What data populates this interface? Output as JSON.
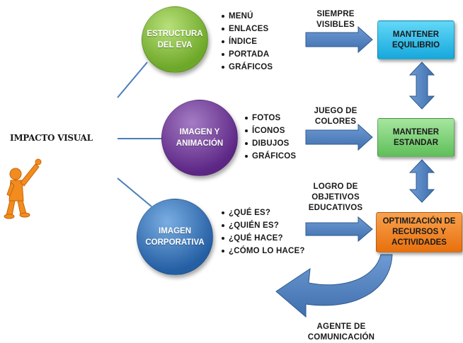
{
  "title": "IMPACTO VISUAL",
  "nodes": {
    "estructura": {
      "label_line1": "ESTRUCTURA",
      "label_line2": "DEL EVA",
      "color": "#8dc63f"
    },
    "imagen_animacion": {
      "label_line1": "IMAGEN Y",
      "label_line2": "ANIMACIÓN",
      "color": "#7b3fa0"
    },
    "imagen_corporativa": {
      "label_line1": "IMAGEN",
      "label_line2": "CORPORATIVA",
      "color": "#3a7cc4"
    }
  },
  "lists": {
    "estructura": [
      "MENÚ",
      "ENLACES",
      "ÍNDICE",
      "PORTADA",
      "GRÁFICOS"
    ],
    "imagen_animacion": [
      "FOTOS",
      "ÍCONOS",
      "DIBUJOS",
      "GRÁFICOS"
    ],
    "imagen_corporativa": [
      "¿QUÉ ES?",
      "¿QUIÉN ES?",
      "¿QUÉ HACE?",
      "¿CÓMO LO HACE?"
    ]
  },
  "arrow_labels": {
    "top": [
      "SIEMPRE",
      "VISIBLES"
    ],
    "middle": [
      "JUEGO DE",
      "COLORES"
    ],
    "bottom": [
      "LOGRO DE",
      "OBJETIVOS",
      "EDUCATIVOS"
    ],
    "loop": [
      "AGENTE DE",
      "COMUNICACIÓN"
    ]
  },
  "boxes": {
    "equilibrio": {
      "line1": "MANTENER",
      "line2": "EQUILIBRIO",
      "color": "#29c4f0"
    },
    "estandar": {
      "line1": "MANTENER",
      "line2": "ESTANDAR",
      "color": "#7fd37a"
    },
    "optimizacion": {
      "line1": "OPTIMIZACIÓN DE",
      "line2": "RECURSOS Y",
      "line3": "ACTIVIDADES",
      "color": "#f5821f"
    }
  },
  "colors": {
    "arrow_fill": "#4a7ebb",
    "arrow_stroke": "#2f5a8f",
    "connector": "#4a7ebb",
    "figure": "#f28c1e"
  },
  "icons": {
    "figure": "pointing-person-icon"
  }
}
